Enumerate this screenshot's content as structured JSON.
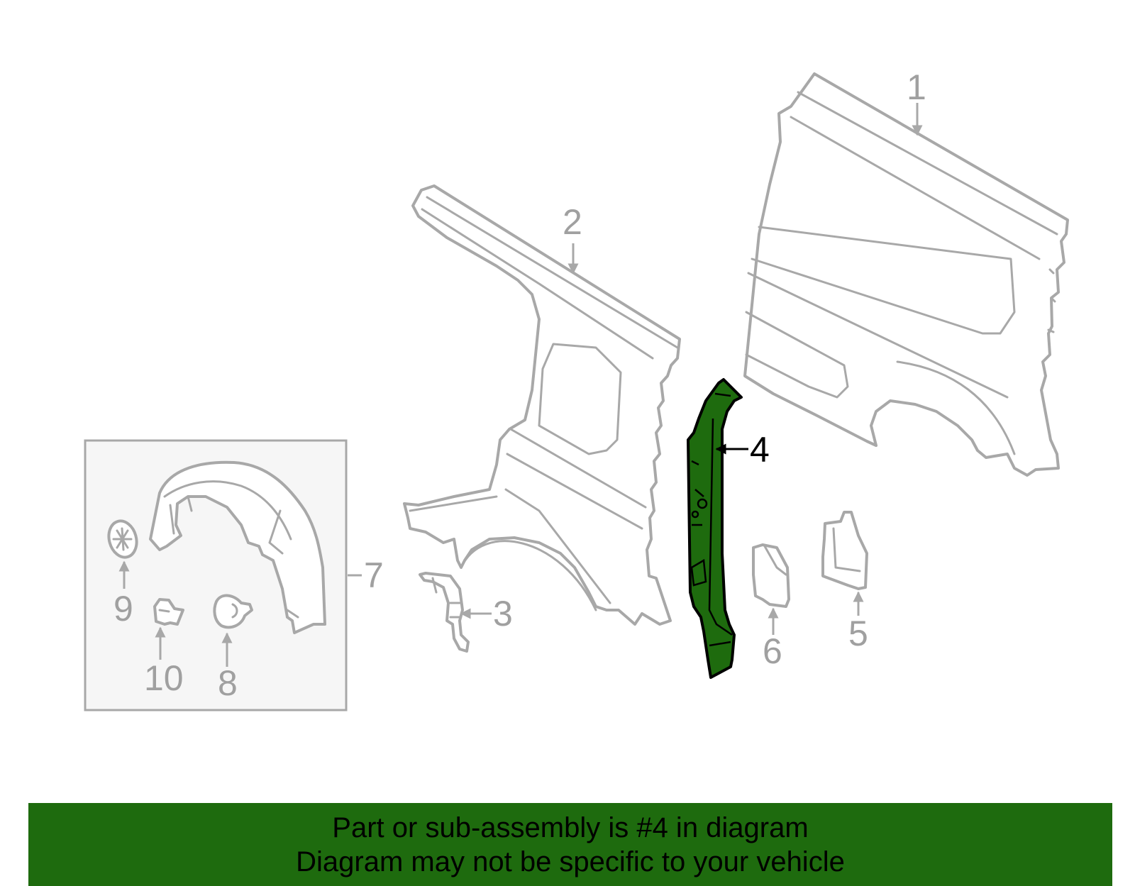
{
  "highlight_color": "#1e6b0e",
  "line_color": "#a8a8a8",
  "inset_background": "#f6f6f6",
  "callouts": [
    {
      "id": "1",
      "label": "1"
    },
    {
      "id": "2",
      "label": "2"
    },
    {
      "id": "3",
      "label": "3"
    },
    {
      "id": "4",
      "label": "4",
      "highlighted": true
    },
    {
      "id": "5",
      "label": "5"
    },
    {
      "id": "6",
      "label": "6"
    },
    {
      "id": "7",
      "label": "7"
    },
    {
      "id": "8",
      "label": "8"
    },
    {
      "id": "9",
      "label": "9"
    },
    {
      "id": "10",
      "label": "10"
    }
  ],
  "banner": {
    "line1": "Part or sub-assembly is #4 in diagram",
    "line2": "Diagram may not be specific to your vehicle"
  }
}
